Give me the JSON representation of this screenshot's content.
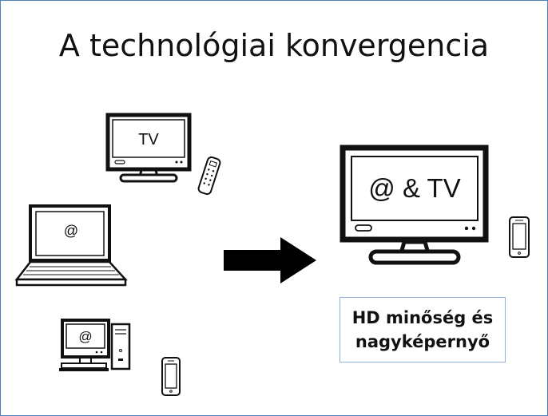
{
  "title": "A technológiai konvergencia",
  "devices": {
    "tv_screen_text": "TV",
    "laptop_screen_text": "@",
    "desktop_screen_text": "@",
    "big_tv_screen_text": "@ & TV"
  },
  "result_box": {
    "line1": "HD minőség és",
    "line2": "nagyképernyő"
  },
  "colors": {
    "border": "#4f81bd",
    "device_stroke": "#111111",
    "arrow": "#000000"
  },
  "icons": [
    "tv-icon",
    "remote-icon",
    "laptop-icon",
    "desktop-pc-icon",
    "smartphone-icon",
    "arrow-right-icon",
    "large-tv-icon"
  ]
}
